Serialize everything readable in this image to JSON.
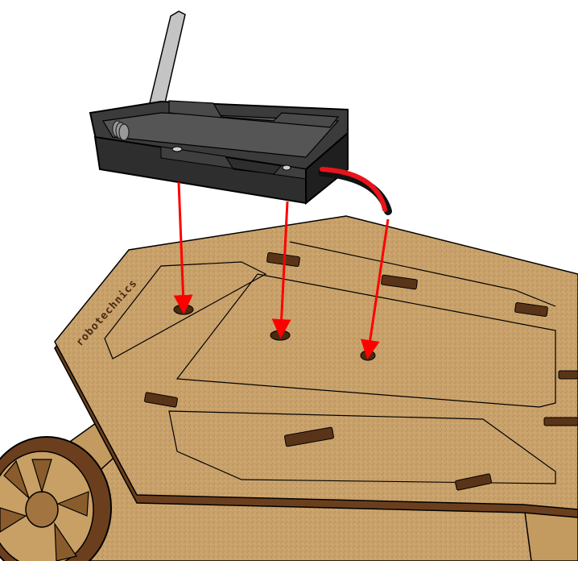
{
  "diagram": {
    "board_engraving": "robotechnics",
    "colors": {
      "board": "#c9a26b",
      "board_edge": "#7a5230",
      "holder": "#4a4a4a",
      "holder_dark": "#2b2b2b",
      "arrow": "#ff0000",
      "wire_red": "#e8141c",
      "wire_black": "#111111",
      "spring": "#bcbcbc"
    },
    "parts": [
      {
        "name": "battery-holder",
        "icon": "battery-holder-icon"
      },
      {
        "name": "wooden-chassis-plate",
        "icon": "plate-icon"
      },
      {
        "name": "wheel",
        "icon": "wheel-icon"
      }
    ],
    "connections": [
      {
        "from": "holder-left-screw",
        "to": "plate-hole-1"
      },
      {
        "from": "holder-right-screw",
        "to": "plate-hole-2"
      },
      {
        "from": "holder-wire",
        "to": "plate-hole-3"
      }
    ]
  }
}
